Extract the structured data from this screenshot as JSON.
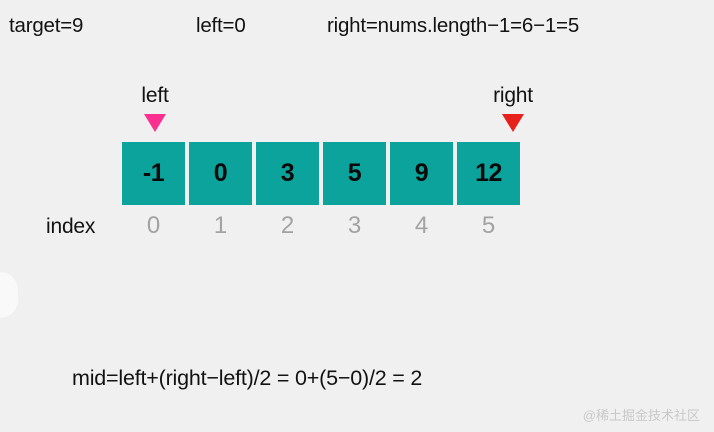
{
  "header": {
    "target_expr": "target=9",
    "left_expr": "left=0",
    "right_expr": "right=nums.length−1=6−1=5"
  },
  "pointers": {
    "left": {
      "label": "left",
      "marker_color": "#fa2f90",
      "index": 0
    },
    "right": {
      "label": "right",
      "marker_color": "#e8201c",
      "index": 5
    }
  },
  "array": {
    "cell_color": "#0ba39b",
    "values": [
      "-1",
      "0",
      "3",
      "5",
      "9",
      "12"
    ]
  },
  "index_row": {
    "label": "index",
    "values": [
      "0",
      "1",
      "2",
      "3",
      "4",
      "5"
    ]
  },
  "formula": "mid=left+(right−left)/2 = 0+(5−0)/2 = 2",
  "watermark": "@稀土掘金技术社区",
  "colors": {
    "background": "#f0f0f0",
    "teal": "#0ba39b",
    "pink": "#fa2f90",
    "red": "#e8201c",
    "index_gray": "#a2a2a2",
    "text": "#121212"
  }
}
